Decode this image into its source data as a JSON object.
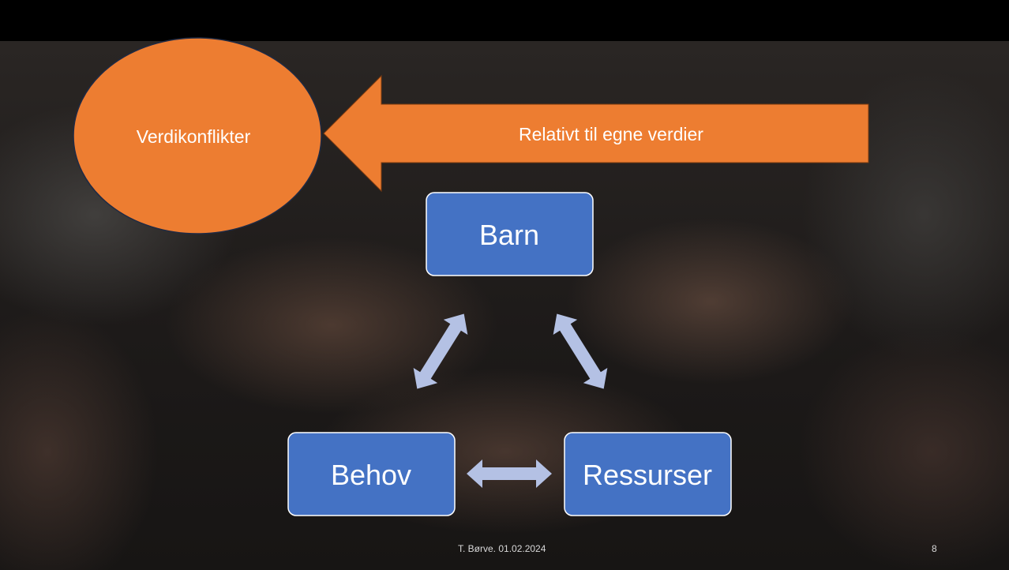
{
  "ellipse_label": "Verdikonflikter",
  "arrow_label": "Relativt til egne verdier",
  "nodes": {
    "top": "Barn",
    "left": "Behov",
    "right": "Ressurser"
  },
  "footer": {
    "text": "T. Børve. 01.02.2024",
    "slide_number": "8"
  },
  "colors": {
    "orange": "#ED7D31",
    "box_blue": "#4472C4",
    "connector": "#B4C1E4"
  }
}
